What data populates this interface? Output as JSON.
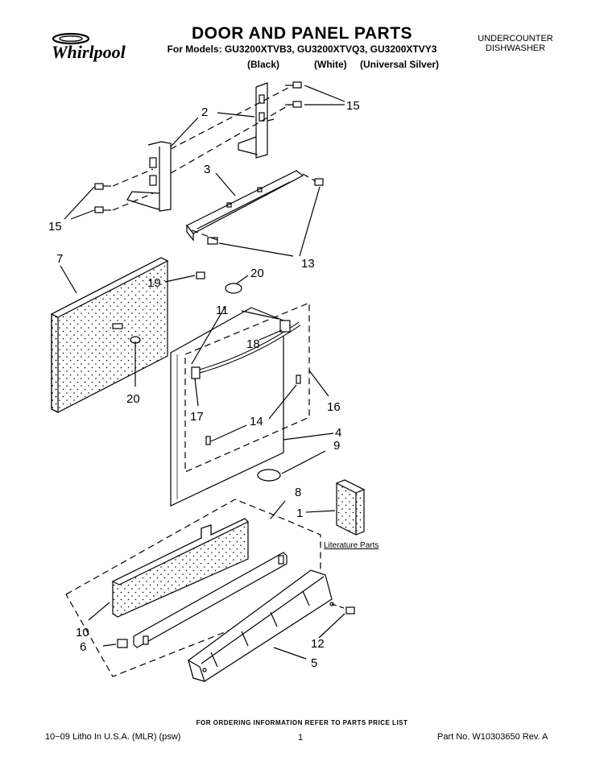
{
  "header": {
    "brand": "Whirlpool",
    "title": "DOOR AND PANEL PARTS",
    "models_line": "For Models: GU3200XTVB3, GU3200XTVQ3, GU3200XTVY3",
    "variants": [
      "(Black)",
      "(White)",
      "(Universal Silver)"
    ],
    "product_line1": "UNDERCOUNTER",
    "product_line2": "DISHWASHER"
  },
  "diagram": {
    "literature_label": "Literature Parts",
    "callouts": {
      "c1": "1",
      "c2": "2",
      "c3": "3",
      "c4": "4",
      "c5": "5",
      "c6": "6",
      "c7": "7",
      "c8": "8",
      "c9": "9",
      "c10": "10",
      "c11": "11",
      "c12": "12",
      "c13": "13",
      "c14": "14",
      "c15a": "15",
      "c15b": "15",
      "c16": "16",
      "c17": "17",
      "c18": "18",
      "c19": "19",
      "c20a": "20",
      "c20b": "20"
    }
  },
  "footer": {
    "note": "FOR ORDERING INFORMATION REFER TO PARTS PRICE LIST",
    "litho": "10−09 Litho In U.S.A. (MLR) (psw)",
    "page": "1",
    "part_no": "Part No. W10303650 Rev. A"
  },
  "colors": {
    "line": "#000000",
    "background": "#ffffff"
  }
}
